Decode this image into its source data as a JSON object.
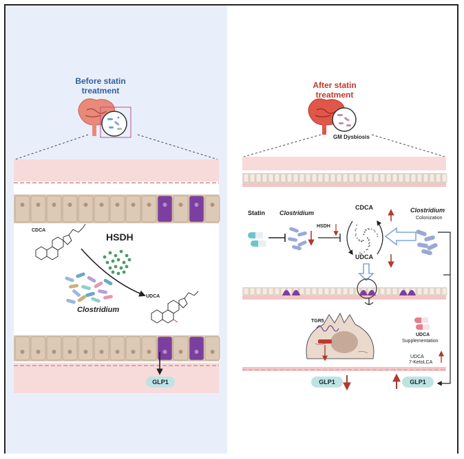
{
  "left": {
    "title_line1": "Before statin",
    "title_line2": "treatment",
    "cdca": "CDCA",
    "hsdh": "HSDH",
    "udca": "UDCA",
    "clostridium": "Clostridium",
    "glp1": "GLP1"
  },
  "right": {
    "title_line1": "After statin",
    "title_line2": "treatment",
    "dysbiosis": "GM Dysbiosis",
    "statin": "Statin",
    "clostridium": "Clostridium",
    "cdca": "CDCA",
    "hsdh": "HSDH",
    "udca": "UDCA",
    "clostridium_colonization": "Clostridium",
    "colonization": "Colonization",
    "tgr5": "TGR5",
    "udca_supp_line1": "UDCA",
    "udca_supp_line2": "Supplementation",
    "udca_keto_line1": "UDCA",
    "udca_keto_line2": "7-KetoLCA",
    "glp1_down": "GLP1",
    "glp1_up": "GLP1"
  },
  "colors": {
    "left_bg": "#e9effa",
    "left_title": "#2f5f9e",
    "right_title": "#c0392b",
    "epithelium": "#d8c7b3",
    "lcell": "#7b3fa0",
    "glp1_pill": "#bfe3e3",
    "up_down_arrow": "#b03a2e"
  }
}
